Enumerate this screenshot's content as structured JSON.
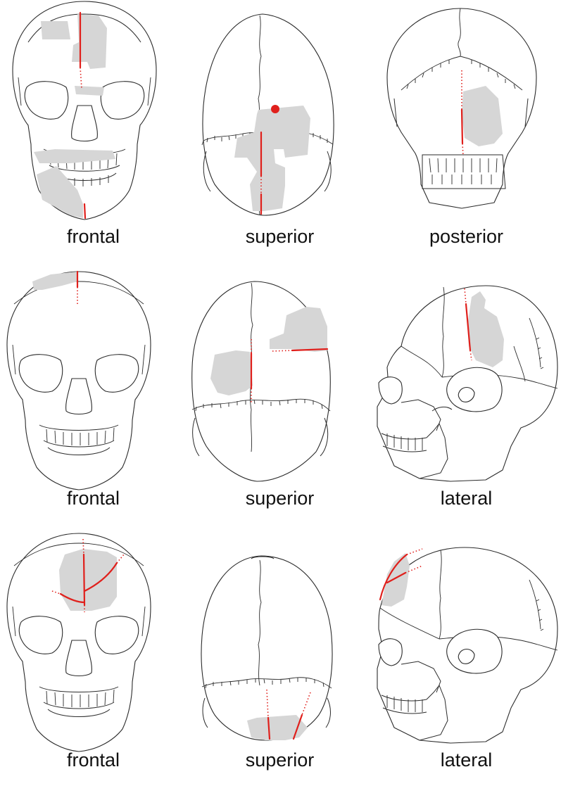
{
  "panels": [
    {
      "view": "frontal"
    },
    {
      "view": "superior"
    },
    {
      "view": "posterior"
    },
    {
      "view": "frontal"
    },
    {
      "view": "superior"
    },
    {
      "view": "lateral"
    },
    {
      "view": "frontal"
    },
    {
      "view": "superior"
    },
    {
      "view": "lateral"
    }
  ],
  "colors": {
    "shading": "#d6d6d6",
    "fracture": "#e0201c",
    "outline": "#2b2b2b"
  }
}
